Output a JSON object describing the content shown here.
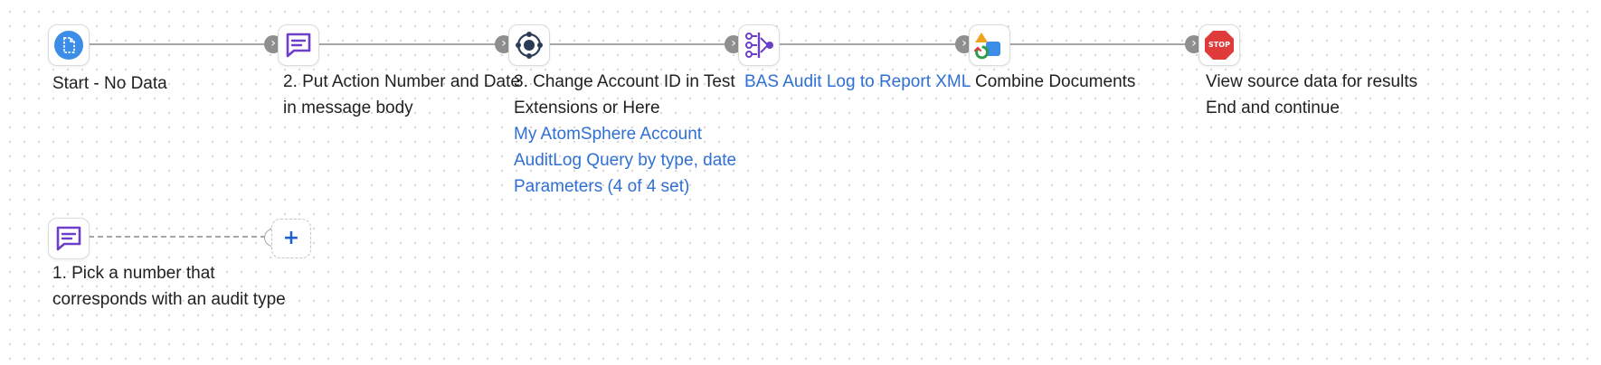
{
  "colors": {
    "accent_link": "#2f6fd6",
    "start_icon": "#3b8de8",
    "message_icon": "#6b3fc9",
    "stop_icon": "#e03b3b",
    "connector": "#a6a6a6"
  },
  "flow": {
    "start": {
      "icon": "document-start-icon",
      "label": "Start - No Data"
    },
    "step2": {
      "icon": "message-icon",
      "line1": "2. Put Action Number and Date",
      "line2": "in message body"
    },
    "step3": {
      "icon": "connector-icon",
      "line1": "3. Change Account ID in Test",
      "line2": "Extensions or Here",
      "link1": "My AtomSphere Account",
      "link2": "AuditLog Query by type, date",
      "link3": "Parameters (4 of 4 set)"
    },
    "step4": {
      "icon": "map-icon",
      "link": "BAS Audit Log to Report XML"
    },
    "step5": {
      "icon": "shapes-icon",
      "label": "Combine Documents"
    },
    "stop": {
      "icon": "stop-icon",
      "icon_text": "STOP",
      "line1": "View source data for results",
      "line2": "End and continue"
    },
    "branch": {
      "icon": "message-icon",
      "line1": "1. Pick a number that",
      "line2": "corresponds with an audit type",
      "add_glyph": "+",
      "add_icon": "plus-icon"
    }
  }
}
